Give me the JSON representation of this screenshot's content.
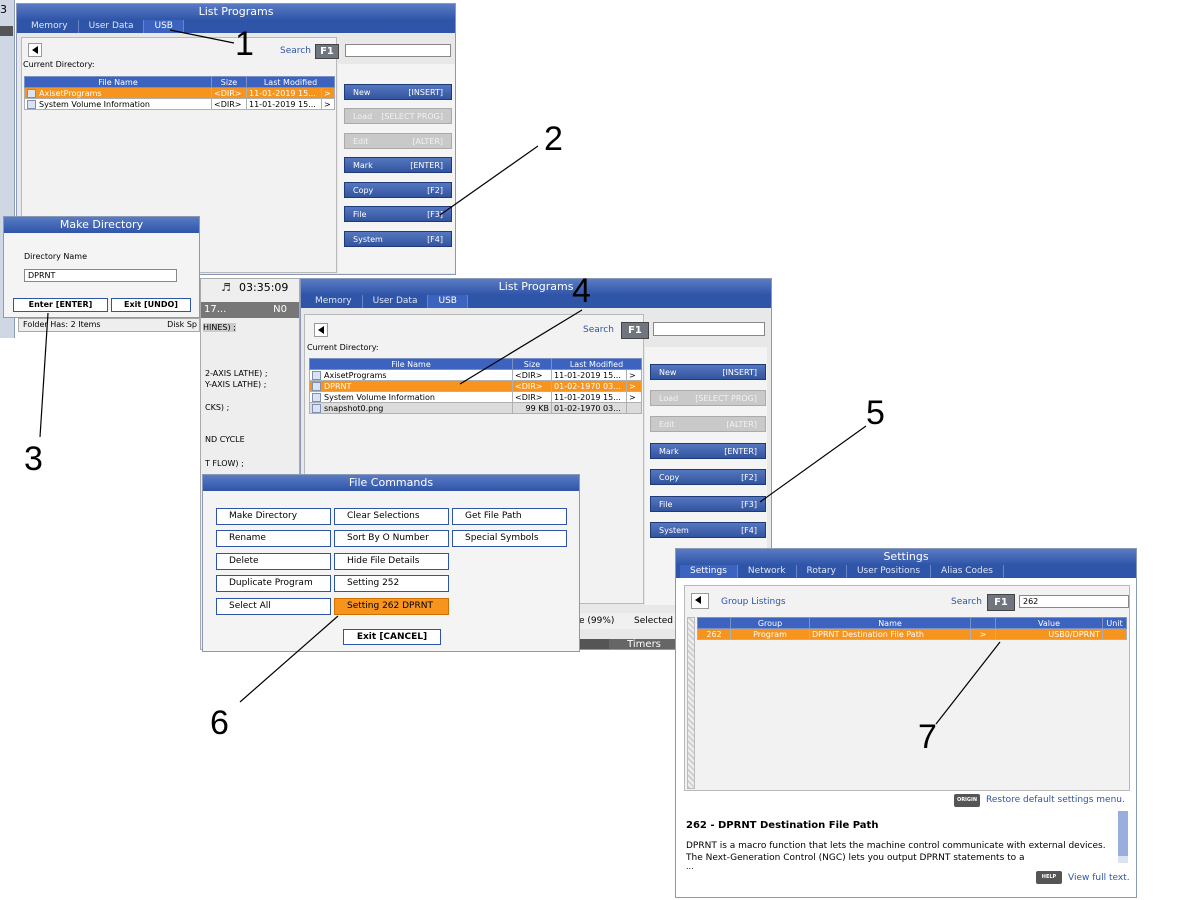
{
  "win1": {
    "title": "List Programs",
    "tabs": [
      "Memory",
      "User Data",
      "USB"
    ],
    "search_label": "Search",
    "f1": "F1",
    "current_dir_label": "Current Directory:",
    "columns": [
      "File Name",
      "Size",
      "Last Modified"
    ],
    "rows": [
      {
        "name": "AxisetPrograms",
        "size": "<DIR>",
        "modified": "11-01-2019 15...",
        "arrow": ">",
        "selected": true
      },
      {
        "name": "System Volume Information",
        "size": "<DIR>",
        "modified": "11-01-2019 15...",
        "arrow": ">",
        "selected": false
      }
    ],
    "buttons": [
      {
        "label": "New",
        "key": "[INSERT]"
      },
      {
        "label": "Load",
        "key": "[SELECT PROG]"
      },
      {
        "label": "Edit",
        "key": "[ALTER]"
      },
      {
        "label": "Mark",
        "key": "[ENTER]"
      },
      {
        "label": "Copy",
        "key": "[F2]"
      },
      {
        "label": "File",
        "key": "[F3]"
      },
      {
        "label": "System",
        "key": "[F4]"
      }
    ]
  },
  "left_edge": {
    "top_char": "3"
  },
  "make_dir": {
    "title": "Make Directory",
    "field_label": "Directory Name",
    "field_value": "DPRNT",
    "enter_button": "Enter [ENTER]",
    "exit_button": "Exit [UNDO]",
    "folder_has": "Folder Has: 2 Items",
    "disk_space": "Disk Sp"
  },
  "program_panel": {
    "time": "03:35:09",
    "header_left": "17...",
    "header_right": "N0",
    "lines": [
      "HINES) ;",
      "2-AXIS LATHE) ;",
      "Y-AXIS LATHE) ;",
      "CKS) ;",
      "ND CYCLE",
      "T FLOW) ;"
    ]
  },
  "win2": {
    "title": "List Programs",
    "tabs": [
      "Memory",
      "User Data",
      "USB"
    ],
    "search_label": "Search",
    "f1": "F1",
    "current_dir_label": "Current Directory:",
    "columns": [
      "File Name",
      "Size",
      "Last Modified"
    ],
    "rows": [
      {
        "name": "AxisetPrograms",
        "size": "<DIR>",
        "modified": "11-01-2019 15...",
        "arrow": ">",
        "selected": false
      },
      {
        "name": "DPRNT",
        "size": "<DIR>",
        "modified": "01-02-1970 03...",
        "arrow": ">",
        "selected": true
      },
      {
        "name": "System Volume Information",
        "size": "<DIR>",
        "modified": "11-01-2019 15...",
        "arrow": ">",
        "selected": false
      },
      {
        "name": "snapshot0.png",
        "size": "99 KB",
        "modified": "01-02-1970 03...",
        "arrow": "",
        "selected": false
      }
    ],
    "buttons": [
      {
        "label": "New",
        "key": "[INSERT]"
      },
      {
        "label": "Load",
        "key": "[SELECT PROG]"
      },
      {
        "label": "Edit",
        "key": "[ALTER]"
      },
      {
        "label": "Mark",
        "key": "[ENTER]"
      },
      {
        "label": "Copy",
        "key": "[F2]"
      },
      {
        "label": "File",
        "key": "[F3]"
      },
      {
        "label": "System",
        "key": "[F4]"
      }
    ],
    "status_free": "e (99%)",
    "status_selected": "Selected",
    "bottom_tab": "Timers"
  },
  "file_commands": {
    "title": "File Commands",
    "col1": [
      "Make Directory",
      "Rename",
      "Delete",
      "Duplicate Program",
      "Select All"
    ],
    "col2": [
      "Clear Selections",
      "Sort By O Number",
      "Hide File Details",
      "Setting 252",
      "Setting 262 DPRNT"
    ],
    "col3": [
      "Get File Path",
      "Special Symbols"
    ],
    "exit": "Exit [CANCEL]"
  },
  "settings": {
    "title": "Settings",
    "tabs": [
      "Settings",
      "Network",
      "Rotary",
      "User Positions",
      "Alias Codes"
    ],
    "group_listings": "Group Listings",
    "search_label": "Search",
    "f1": "F1",
    "search_value": "262",
    "columns": [
      "Group",
      "Name",
      "Value",
      "Unit"
    ],
    "row": {
      "num": "262",
      "group": "Program",
      "name": "DPRNT Destination File Path",
      "arrow": ">",
      "value": "USB0/DPRNT",
      "unit": ""
    },
    "origin_icon": "ORIGIN",
    "restore_text": "Restore default settings menu.",
    "desc_title": "262 - DPRNT Destination File Path",
    "desc_text": "DPRNT is a macro function that lets the machine control communicate with external devices. The Next-Generation Control (NGC) lets you output DPRNT statements to a",
    "desc_more": "...",
    "help_icon": "HELP",
    "view_full": "View full text."
  },
  "callouts": [
    "1",
    "2",
    "3",
    "4",
    "5",
    "6",
    "7"
  ]
}
